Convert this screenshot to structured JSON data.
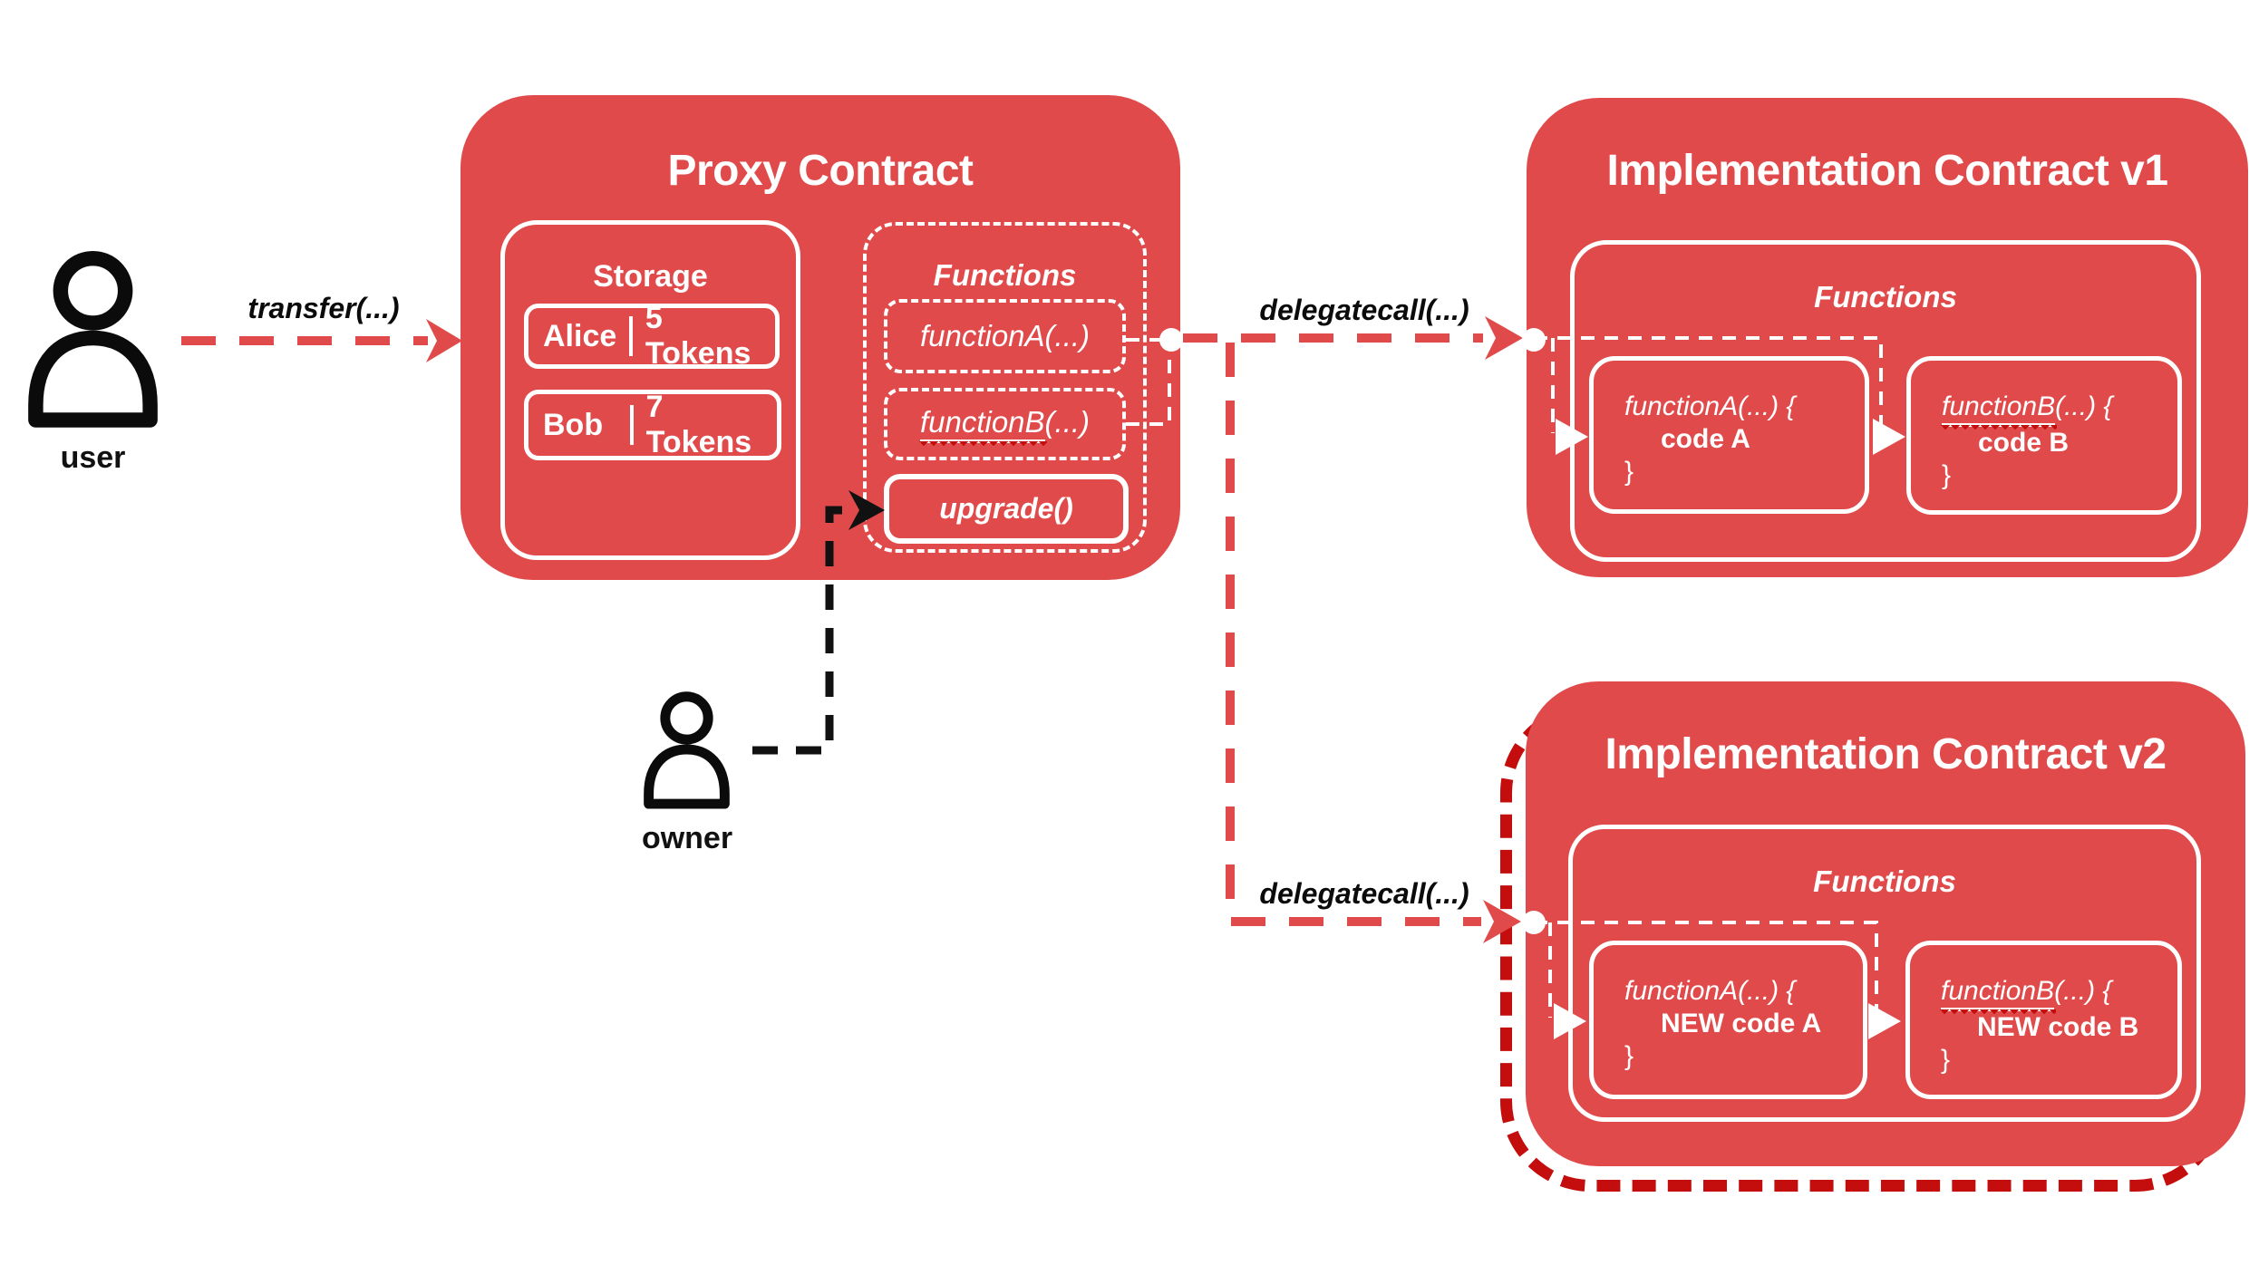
{
  "colors": {
    "card_red": "#e04a4a",
    "dark_red": "#c40d0d",
    "zigzag_red": "#c7100f",
    "line_black": "#111111",
    "text_white": "#ffffff"
  },
  "actors": {
    "user_label": "user",
    "owner_label": "owner"
  },
  "flows": {
    "transfer_label": "transfer(...)",
    "delegatecall_v1_label": "delegatecall(...)",
    "delegatecall_v2_label": "delegatecall(...)"
  },
  "proxy": {
    "title": "Proxy Contract",
    "storage": {
      "title": "Storage",
      "rows": [
        {
          "name": "Alice",
          "value": "5 Tokens"
        },
        {
          "name": "Bob",
          "value": "7 Tokens"
        }
      ]
    },
    "functions": {
      "title": "Functions",
      "functionA": "functionA(...)",
      "functionB_name": "functionB",
      "functionB_suffix": "(...)",
      "upgrade": "upgrade()"
    }
  },
  "implementation_v1": {
    "title": "Implementation Contract v1",
    "functions_title": "Functions",
    "functionA": {
      "signature": "functionA(...) {",
      "body": "code A",
      "close": "}"
    },
    "functionB": {
      "name": "functionB",
      "suffix": "(...) {",
      "body": "code B",
      "close": "}"
    }
  },
  "implementation_v2": {
    "title": "Implementation Contract v2",
    "functions_title": "Functions",
    "functionA": {
      "signature": "functionA(...) {",
      "body": "NEW code A",
      "close": "}"
    },
    "functionB": {
      "name": "functionB",
      "suffix": "(...) {",
      "body": "NEW code B",
      "close": "}"
    }
  }
}
